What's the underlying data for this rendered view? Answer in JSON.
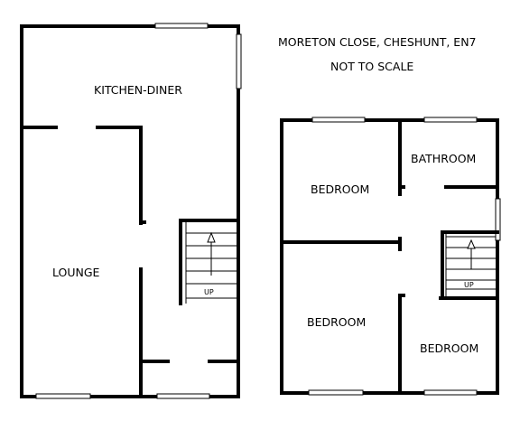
{
  "header": {
    "address": "MORETON CLOSE, CHESHUNT, EN7",
    "scale_note": "NOT TO SCALE"
  },
  "ground_floor": {
    "rooms": {
      "kitchen_diner": "KITCHEN-DINER",
      "lounge": "LOUNGE"
    },
    "stairs_label": "UP"
  },
  "first_floor": {
    "rooms": {
      "bedroom_1": "BEDROOM",
      "bathroom": "BATHROOM",
      "bedroom_2": "BEDROOM",
      "bedroom_3": "BEDROOM"
    },
    "stairs_label": "UP"
  }
}
